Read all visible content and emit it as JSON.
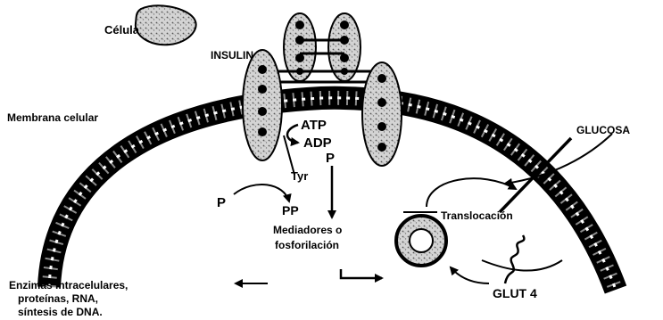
{
  "labels": {
    "cell": "Célula",
    "insulin": "INSULINA",
    "membrane": "Membrana celular",
    "atp": "ATP",
    "adp": "ADP",
    "p_top": "P",
    "tyr": "Tyr",
    "p_left": "P",
    "pp": "PP",
    "glucose": "GLUCOSA",
    "translocation": "Translocación",
    "mediators_line1": "Mediadores o",
    "mediators_line2": "fosforilación",
    "enzymes_line1": "Enzimas intracelulares,",
    "enzymes_line2": "proteínas,  RNA,",
    "enzymes_line3": "síntesis de DNA.",
    "glut4": "GLUT 4"
  },
  "colors": {
    "ink": "#000000",
    "speckle": "#c8c8c8",
    "background": "#ffffff"
  }
}
